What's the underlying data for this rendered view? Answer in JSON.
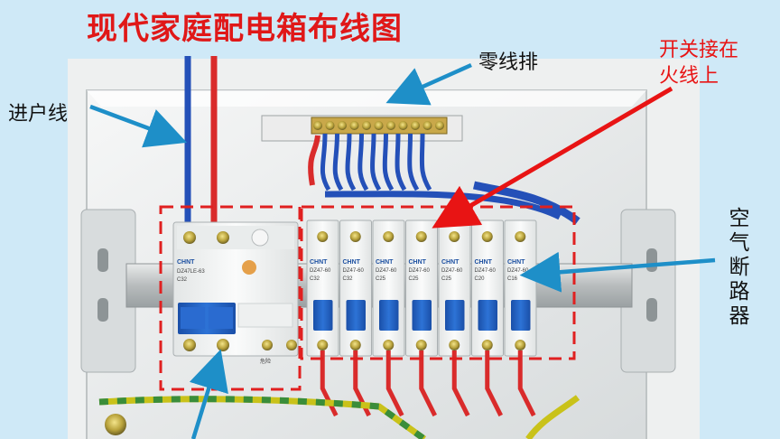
{
  "title": "现代家庭配电箱布线图",
  "labels": {
    "incoming_line": "进户线",
    "neutral_bar": "零线排",
    "switch_live_line1": "开关接在",
    "switch_live_line2": "火线上",
    "air_breaker": "空气断路器"
  },
  "device_text": {
    "rcd_brand": "CHNT",
    "rcd_model": "DZ47LE-63",
    "rcd_rating": "C32",
    "breakers": [
      {
        "brand": "CHNT",
        "model": "DZ47-60",
        "rating": "C32"
      },
      {
        "brand": "CHNT",
        "model": "DZ47-60",
        "rating": "C32"
      },
      {
        "brand": "CHNT",
        "model": "DZ47-60",
        "rating": "C25"
      },
      {
        "brand": "CHNT",
        "model": "DZ47-60",
        "rating": "C25"
      },
      {
        "brand": "CHNT",
        "model": "DZ47-60",
        "rating": "C25"
      },
      {
        "brand": "CHNT",
        "model": "DZ47-60",
        "rating": "C20"
      },
      {
        "brand": "CHNT",
        "model": "DZ47-60",
        "rating": "C16"
      }
    ],
    "rcd_badge": "危险"
  },
  "colors": {
    "title": "#e01818",
    "annotation_red": "#e81414",
    "arrow_blue": "#1e8fc8",
    "arrow_red": "#e81414",
    "background": "#cfe9f7",
    "breaker_body": "#f4f6f5",
    "breaker_toggle": "#1f5fbf",
    "wire_red": "#d92b2b",
    "wire_blue": "#2450b8",
    "wire_earth": "#c9c21a",
    "dashed_box": "#e02020"
  }
}
